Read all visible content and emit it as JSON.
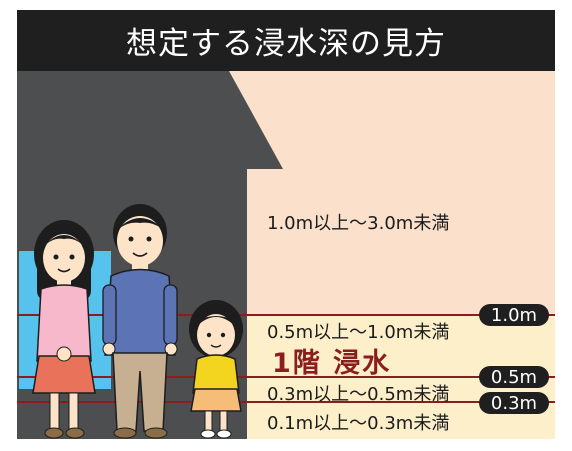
{
  "title": "想定する浸水深の見方",
  "levels": [
    {
      "range": "1.0m以上〜3.0m未満"
    },
    {
      "range": "0.5m以上〜1.0m未満"
    },
    {
      "range": "0.3m以上〜0.5m未満"
    },
    {
      "range": "0.1m以上〜0.3m未満"
    }
  ],
  "floor_label": "1階 浸水",
  "markers": [
    "1.0m",
    "0.5m",
    "0.3m"
  ],
  "colors": {
    "title_bg": "#1f1f1f",
    "house": "#4d4e50",
    "water_high": "#fbe0cb",
    "water_low": "#fcefc9",
    "line": "#8a1e1e",
    "window": "#55c3ee"
  }
}
